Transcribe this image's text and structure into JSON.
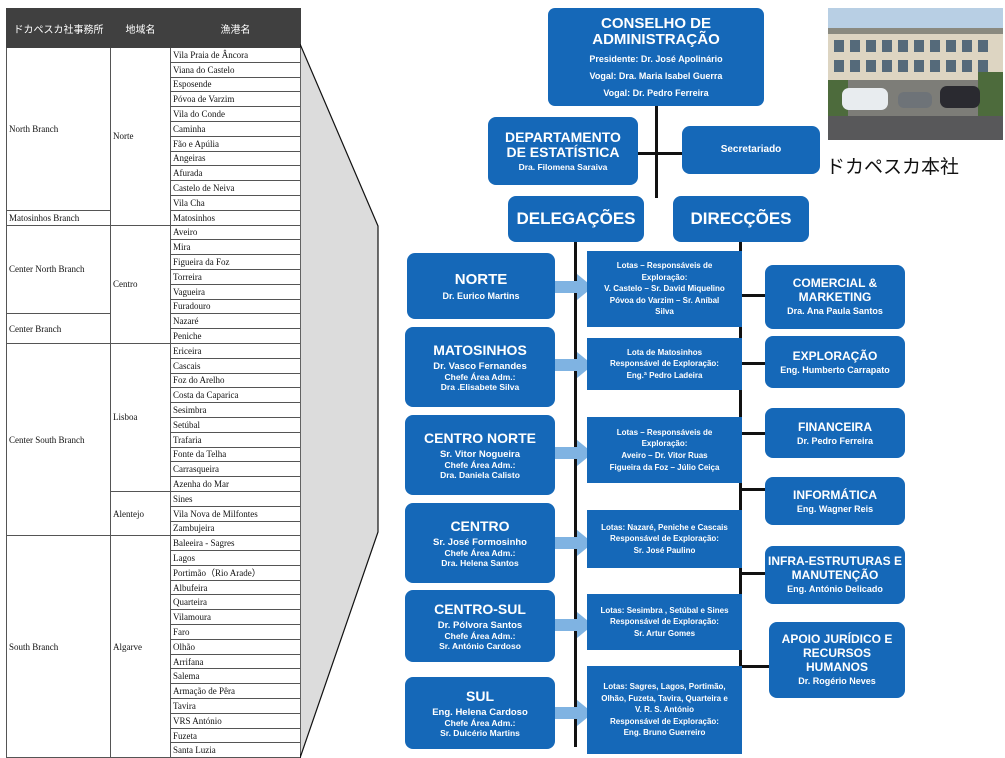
{
  "table": {
    "headers": [
      "ドカペスカ社事務所",
      "地域名",
      "漁港名"
    ],
    "groups": [
      {
        "branch": "North Branch",
        "region": "Norte",
        "ports": [
          "Vila Praia de Âncora",
          "Viana do Castelo",
          "Esposende",
          "Póvoa de Varzim",
          "Vila do Conde",
          "Caminha",
          "Fão e Apúlia",
          "Angeiras",
          "Afurada",
          "Castelo de Neiva",
          "Vila Cha"
        ]
      },
      {
        "branch": "Matosinhos Branch",
        "region": "",
        "ports": [
          "Matosinhos"
        ]
      },
      {
        "branch": "Center North Branch",
        "region": "Centro",
        "ports": [
          "Aveiro",
          "Mira",
          "Figueira da Foz",
          "Torreira",
          "Vagueira",
          "Furadouro"
        ]
      },
      {
        "branch": "Center Branch",
        "region": "",
        "ports": [
          "Nazaré",
          "Peniche"
        ]
      },
      {
        "branch": "Center South Branch",
        "region": "Lisboa",
        "ports": [
          "Ericeira",
          "Cascais",
          "Foz do Arelho",
          "Costa da Caparica",
          "Sesimbra",
          "Setúbal",
          "Trafaria",
          "Fonte da Telha",
          "Carrasqueira",
          "Azenha do Mar"
        ]
      },
      {
        "branch": "",
        "region": "Alentejo",
        "ports": [
          "Sines",
          "Vila Nova de Milfontes",
          "Zambujeira"
        ]
      },
      {
        "branch": "South Branch",
        "region": "Algarve",
        "ports": [
          "Baleeira - Sagres",
          "Lagos",
          "Portimão（Rio Arade）",
          "Albufeira",
          "Quarteira",
          "Vilamoura",
          "Faro",
          "Olhão",
          "Arrifana",
          "Salema",
          "Armação de Pêra",
          "Tavira",
          "VRS António",
          "Fuzeta",
          "Santa Luzia"
        ]
      }
    ]
  },
  "org": {
    "board": {
      "title": "CONSELHO DE ADMINISTRAÇÃO",
      "line1": "Presidente: Dr. José Apolinário",
      "line2": "Vogal: Dra.  Maria Isabel Guerra",
      "line3": "Vogal: Dr. Pedro Ferreira"
    },
    "statistics": {
      "title": "DEPARTAMENTO DE ESTATÍSTICA",
      "name": "Dra. Filomena Saraiva"
    },
    "secretariat": {
      "title": "Secretariado"
    },
    "delegations": {
      "title": "DELEGAÇÕES"
    },
    "directorates": {
      "title": "DIRECÇÕES"
    },
    "regions": [
      {
        "title": "NORTE",
        "lines": [
          "Dr. Eurico Martins"
        ]
      },
      {
        "title": "MATOSINHOS",
        "lines": [
          "Dr. Vasco Fernandes",
          "Chefe Área Adm.:",
          "Dra .Elisabete Silva"
        ]
      },
      {
        "title": "CENTRO NORTE",
        "lines": [
          "Sr. Vitor Nogueira",
          "Chefe Área Adm.:",
          "Dra. Daniela Calisto"
        ]
      },
      {
        "title": "CENTRO",
        "lines": [
          "Sr. José Formosinho",
          "Chefe Área Adm.:",
          "Dra. Helena Santos"
        ]
      },
      {
        "title": "CENTRO-SUL",
        "lines": [
          "Dr. Pólvora Santos",
          "Chefe Área Adm.:",
          "Sr. António Cardoso"
        ]
      },
      {
        "title": "SUL",
        "lines": [
          "Eng. Helena Cardoso",
          "Chefe Área Adm.:",
          "Sr. Dulcério Martins"
        ]
      }
    ],
    "lotas": [
      [
        "Lotas – Responsáveis de",
        "Exploração:",
        "V. Castelo – Sr. David Miquelino",
        "Póvoa do Varzim – Sr. Aníbal",
        "Silva"
      ],
      [
        "Lota de Matosinhos",
        "Responsável de Exploração:",
        "Eng.ª Pedro Ladeira"
      ],
      [
        "Lotas – Responsáveis de",
        "Exploração:",
        "Aveiro – Dr. Vitor Ruas",
        "Figueira da Foz – Júlio Ceiça"
      ],
      [
        "Lotas: Nazaré, Peniche e Cascais",
        "Responsável de Exploração:",
        "Sr. José Paulino"
      ],
      [
        "Lotas:  Sesimbra , Setúbal e Sines",
        "Responsável de Exploração:",
        "Sr. Artur Gomes"
      ],
      [
        "Lotas: Sagres, Lagos, Portimão,",
        "Olhão, Fuzeta, Tavira, Quarteira e",
        "V. R. S. António",
        "Responsável de Exploração:",
        "Eng. Bruno Guerreiro"
      ]
    ],
    "directorate_list": [
      {
        "title": "COMERCIAL & MARKETING",
        "name": "Dra. Ana Paula Santos"
      },
      {
        "title": "EXPLORAÇÃO",
        "name": "Eng. Humberto Carrapato"
      },
      {
        "title": "FINANCEIRA",
        "name": "Dr. Pedro Ferreira"
      },
      {
        "title": "INFORMÁTICA",
        "name": "Eng. Wagner Reis"
      },
      {
        "title": "INFRA-ESTRUTURAS E MANUTENÇÃO",
        "name": "Eng. António Delicado"
      },
      {
        "title": "APOIO JURÍDICO E RECURSOS HUMANOS",
        "name": "Dr. Rogério Neves"
      }
    ]
  },
  "photo": {
    "caption": "ドカペスカ本社"
  }
}
